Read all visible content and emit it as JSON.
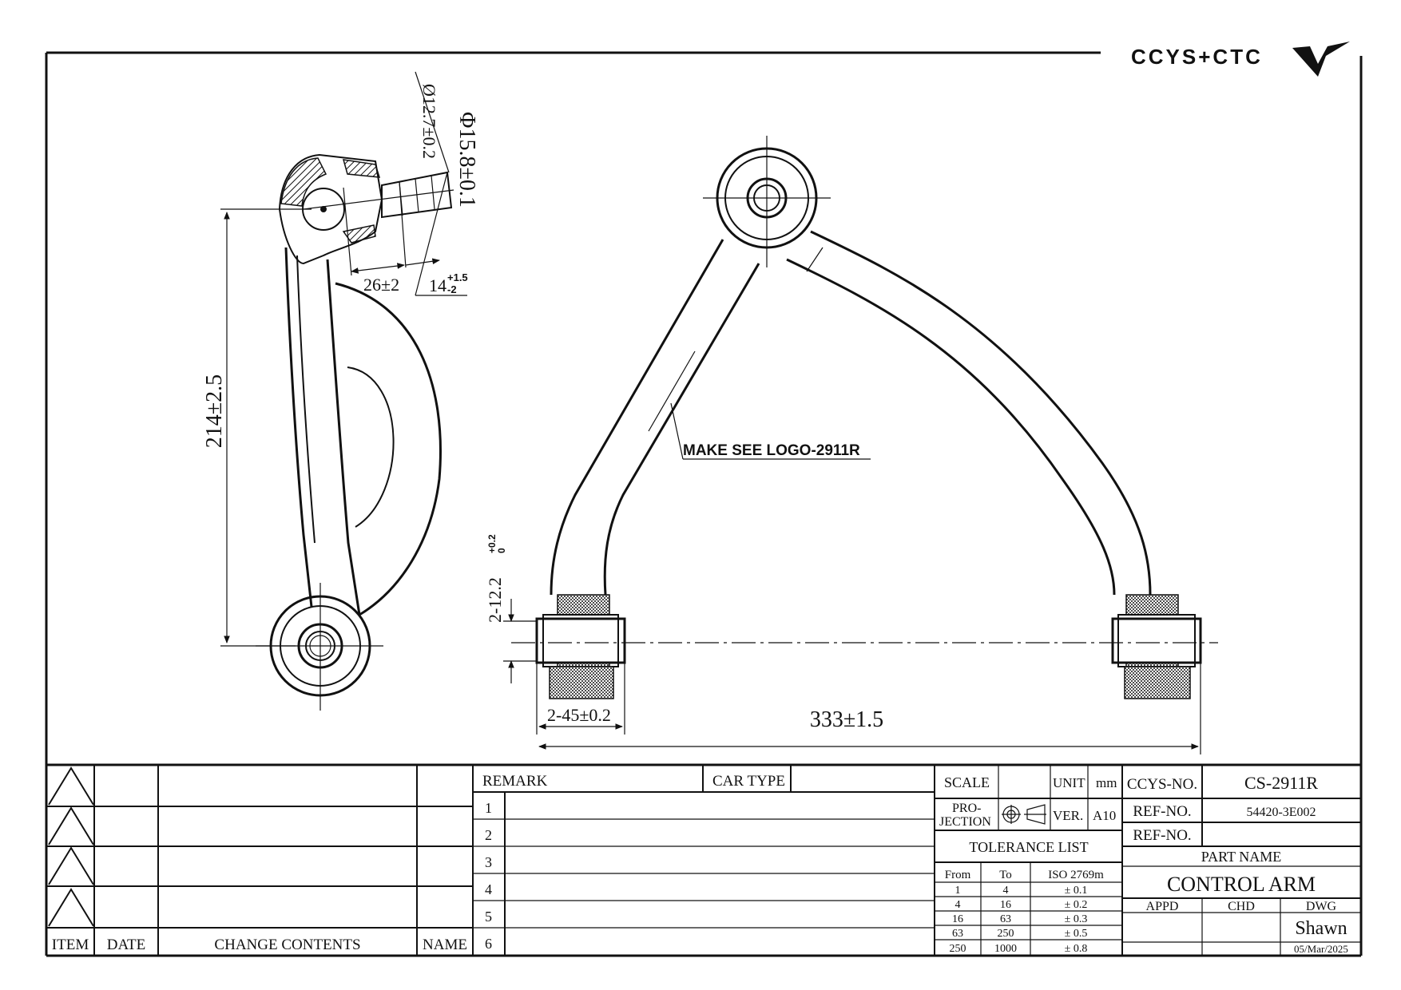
{
  "logo": {
    "text": "CCYS+CTC"
  },
  "dimensions": {
    "ball_stud_dia": "Ø12.7±0.2",
    "ball_dia": "Φ15.8±0.1",
    "stud_len_1": "26±2",
    "stud_len_2": "14",
    "stud_len_2_tol_upper": "+1.5",
    "stud_len_2_tol_lower": "-2",
    "height": "214±2.5",
    "bushing_dia": "2-12.2",
    "bushing_dia_tol_upper": "+0.2",
    "bushing_dia_tol_lower": "0",
    "bushing_width": "2-45±0.2",
    "total_length": "333±1.5"
  },
  "annotation": "MAKE SEE LOGO-2911R",
  "revision_table": {
    "headers": {
      "item": "ITEM",
      "date": "DATE",
      "contents": "CHANGE CONTENTS",
      "name": "NAME"
    },
    "row_count": 4
  },
  "remarks": {
    "remark_label": "REMARK",
    "car_type_label": "CAR TYPE",
    "rows": [
      "1",
      "2",
      "3",
      "4",
      "5",
      "6"
    ]
  },
  "info": {
    "scale_label": "SCALE",
    "unit_label": "UNIT",
    "unit_value": "mm",
    "projection_label_1": "PRO-",
    "projection_label_2": "JECTION",
    "ver_label": "VER.",
    "ver_value": "A10"
  },
  "tolerance": {
    "title": "TOLERANCE LIST",
    "headers": [
      "From",
      "To",
      "ISO 2769m"
    ],
    "rows": [
      [
        "1",
        "4",
        "± 0.1"
      ],
      [
        "4",
        "16",
        "± 0.2"
      ],
      [
        "16",
        "63",
        "± 0.3"
      ],
      [
        "63",
        "250",
        "± 0.5"
      ],
      [
        "250",
        "1000",
        "± 0.8"
      ]
    ]
  },
  "part": {
    "ccys_no_label": "CCYS-NO.",
    "ccys_no": "CS-2911R",
    "ref_no_label_1": "REF-NO.",
    "ref_no_1": "54420-3E002",
    "ref_no_label_2": "REF-NO.",
    "ref_no_2": "",
    "part_name_label": "PART NAME",
    "part_name": "CONTROL ARM",
    "appd_label": "APPD",
    "chd_label": "CHD",
    "dwg_label": "DWG",
    "drawn_by": "Shawn",
    "date": "05/Mar/2025"
  }
}
